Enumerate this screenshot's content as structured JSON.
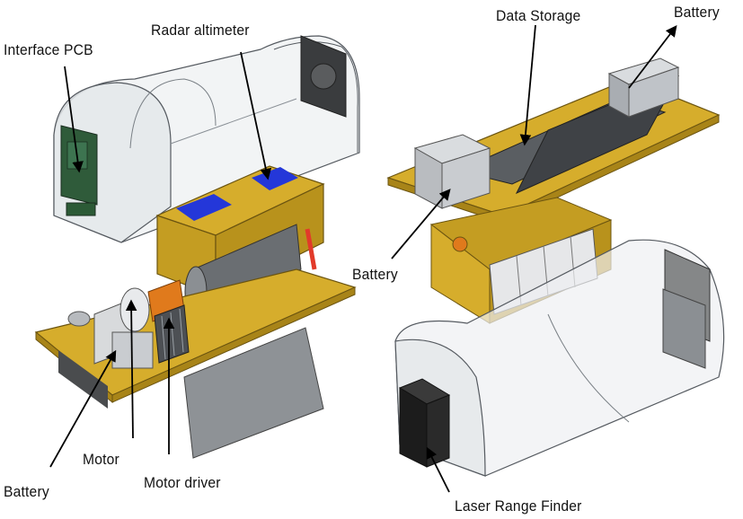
{
  "labels": {
    "interface_pcb": "Interface PCB",
    "radar_altimeter": "Radar altimeter",
    "data_storage": "Data Storage",
    "battery_top": "Battery",
    "battery_mid": "Battery",
    "battery_bottom": "Battery",
    "motor": "Motor",
    "motor_driver": "Motor driver",
    "laser_range_finder": "Laser Range Finder"
  },
  "colors": {
    "plate": "#d6ad2c",
    "plate_dark": "#a88418",
    "shell": "#eef0f2",
    "shell_edge": "#555a60",
    "pad": "#2437d9",
    "pcb": "#2f5b3a",
    "box_grey": "#bfc3c8",
    "motor_orange": "#e07a1c",
    "dark": "#2c2c2c"
  }
}
